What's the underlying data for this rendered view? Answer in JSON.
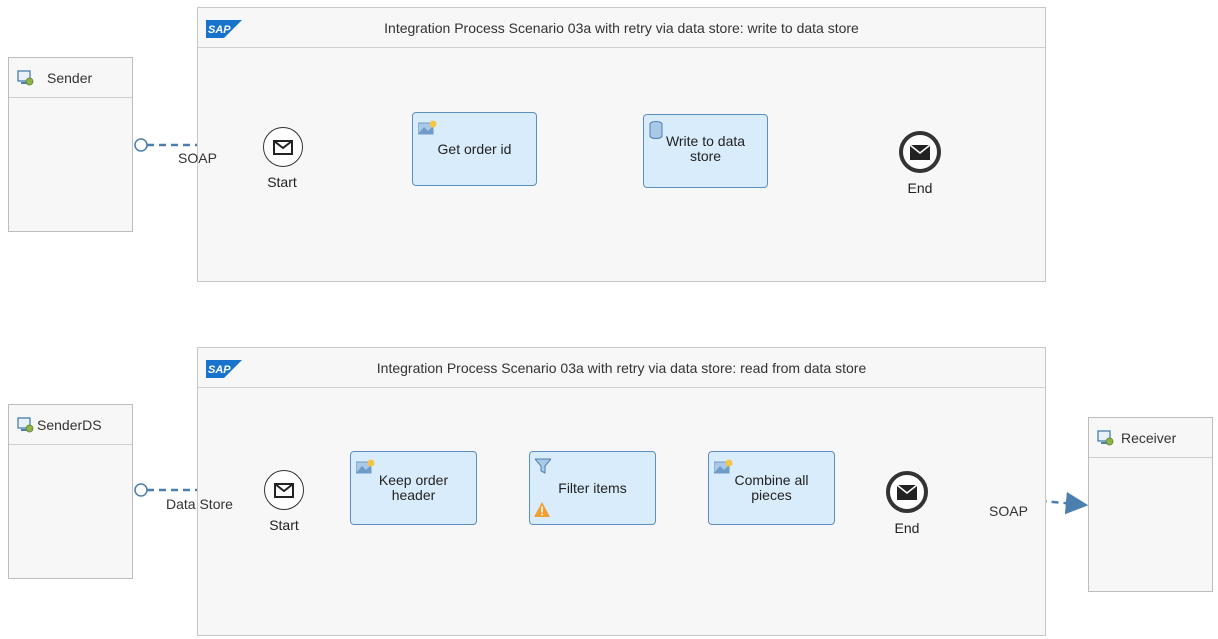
{
  "colors": {
    "task_fill": "#d9ecfb",
    "task_border": "#5b8fc2",
    "flow": "#4a7fae",
    "warning": "#f0a030",
    "pool_bg": "#f7f7f7"
  },
  "sap_logo_text": "SAP",
  "process1": {
    "title": "Integration Process Scenario 03a with retry via data store: write to data store",
    "sender": "Sender",
    "channel": "SOAP",
    "start": "Start",
    "end": "End",
    "tasks": [
      {
        "label": "Get order id",
        "icon": "content-modifier-icon"
      },
      {
        "label": "Write to data store",
        "icon": "data-store-icon"
      }
    ]
  },
  "process2": {
    "title": "Integration Process Scenario 03a with retry via data store: read from data store",
    "sender": "SenderDS",
    "channel_in": "Data Store",
    "start": "Start",
    "end": "End",
    "receiver": "Receiver",
    "channel_out": "SOAP",
    "tasks": [
      {
        "label": "Keep order header",
        "icon": "content-modifier-icon"
      },
      {
        "label": "Filter items",
        "icon": "filter-icon",
        "warning": true
      },
      {
        "label": "Combine all pieces",
        "icon": "content-modifier-icon"
      }
    ]
  }
}
